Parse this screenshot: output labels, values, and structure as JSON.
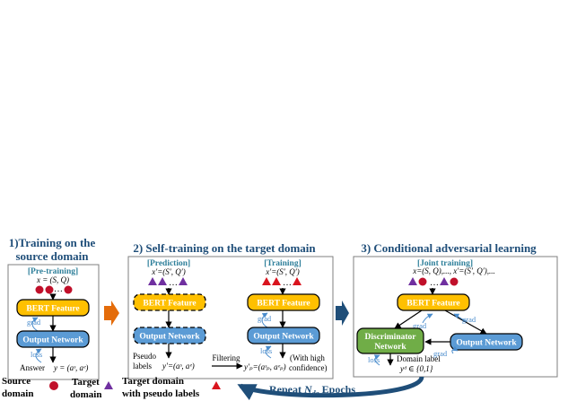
{
  "sections": {
    "s1": {
      "title_line1": "1)Training on the",
      "title_line2": "source domain"
    },
    "s2": {
      "title": "2) Self-training on the target domain"
    },
    "s3": {
      "title": "3) Conditional adversarial learning"
    }
  },
  "panel1": {
    "tag": "[Pre-training]",
    "input": "x = (S, Q)",
    "bert": "BERT Feature",
    "output": "Output Network",
    "grad": "grad",
    "loss": "loss",
    "answer_label": "Answer",
    "answer_formula": "y = (aˢ, aᵉ)"
  },
  "panel2": {
    "pred_tag": "[Prediction]",
    "pred_input": "x′=(S′, Q′)",
    "train_tag": "[Training]",
    "train_input": "x′=(S′, Q′)",
    "bert": "BERT Feature",
    "output": "Output Network",
    "grad": "grad",
    "loss": "loss",
    "pseudo_label_line1": "Pseudo",
    "pseudo_label_line2": "labels",
    "pseudo_formula": "y′=(aˢ, aᵉ)",
    "filtering": "Filtering",
    "filtered_formula": "y′ₚ=(aˢₚ, aᵉₚ)",
    "confidence_line1": "(With high",
    "confidence_line2": "confidence)"
  },
  "panel3": {
    "tag": "[Joint training]",
    "input": "x=(S, Q),..., x′=(S′, Q′),...",
    "bert": "BERT Feature",
    "discriminator_line1": "Discriminator",
    "discriminator_line2": "Network",
    "output": "Output Network",
    "grad_left": "grad",
    "grad_right": "grad",
    "grad_bottom": "grad",
    "loss": "loss",
    "domain_label": "Domain label",
    "domain_formula": "yᵈ ∈ {0,1}"
  },
  "legend": {
    "source_line1": "Source",
    "source_line2": "domain",
    "target_line1": "Target",
    "target_line2": "domain",
    "pseudo_line1": "Target domain",
    "pseudo_line2": "with pseudo labels"
  },
  "repeat": {
    "prefix": "Repeat ",
    "var": "N",
    "sub": "da",
    "suffix": " Epochs"
  },
  "colors": {
    "source_dot": "#c0102a",
    "target_tri": "#7030a0",
    "pseudo_tri": "#d9141e",
    "bert_fill": "#ffc000",
    "output_fill": "#5b9bd5",
    "disc_fill": "#70ad47",
    "title_blue": "#1f4e79",
    "tag_teal": "#2e7f9a",
    "grad_blue": "#4a8ccc",
    "orange_arrow": "#e46c0a",
    "navy_arrow": "#1f4e79"
  }
}
